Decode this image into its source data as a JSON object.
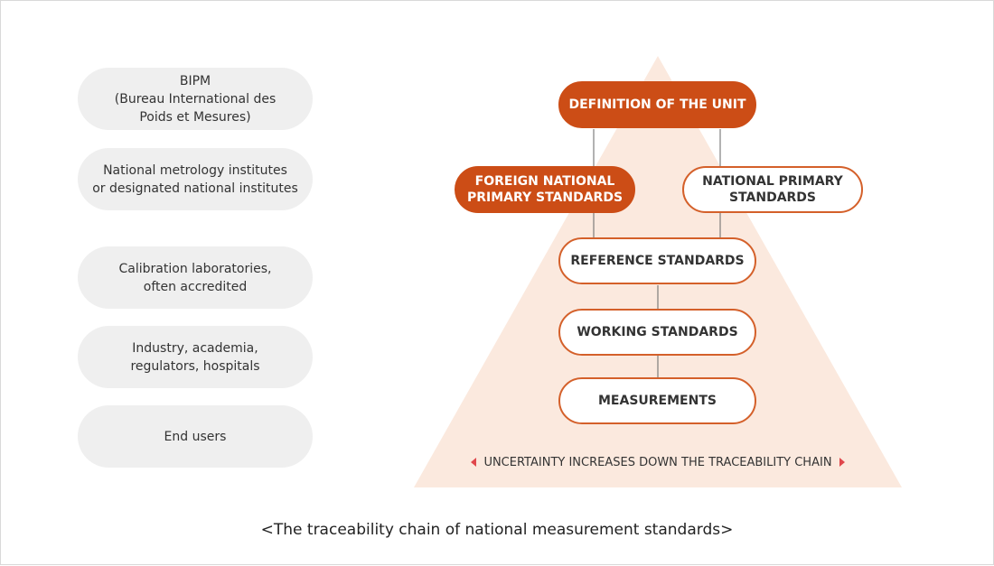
{
  "left_column": [
    {
      "id": "bipm",
      "label": "BIPM\n(Bureau International des\nPoids et Mesures)"
    },
    {
      "id": "nmi",
      "label": "National metrology institutes\nor designated national institutes"
    },
    {
      "id": "labs",
      "label": "Calibration laboratories,\noften accredited"
    },
    {
      "id": "industry",
      "label": "Industry, academia,\nregulators, hospitals"
    },
    {
      "id": "end-users",
      "label": "End users"
    }
  ],
  "nodes": {
    "definition": "DEFINITION OF THE UNIT",
    "foreign_primary": "FOREIGN NATIONAL\nPRIMARY STANDARDS",
    "national_primary": "NATIONAL PRIMARY\nSTANDARDS",
    "reference": "REFERENCE STANDARDS",
    "working": "WORKING STANDARDS",
    "measurements": "MEASUREMENTS"
  },
  "uncertainty_label": "UNCERTAINTY INCREASES DOWN THE TRACEABILITY CHAIN",
  "caption": "<The traceability chain of national measurement standards>",
  "colors": {
    "accent": "#cc4d16",
    "outline": "#d4602a",
    "pyramid": "#fbe9de",
    "pill": "#efefef",
    "arrow": "#e0474c"
  }
}
